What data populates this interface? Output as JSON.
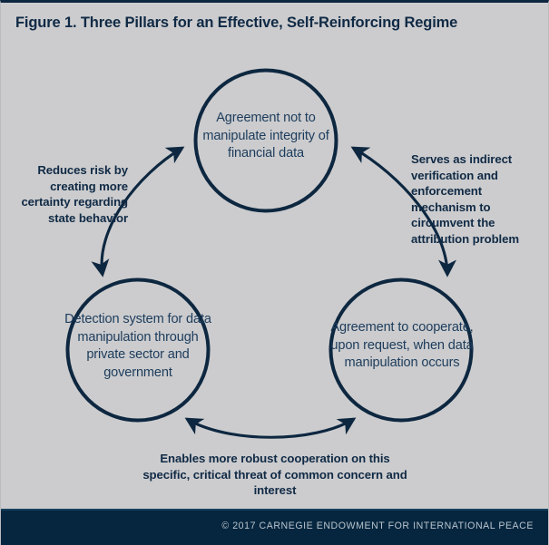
{
  "figure": {
    "title": "Figure 1. Three Pillars for an Effective, Self-Reinforcing Regime",
    "background_color": "#ccccce",
    "accent_color": "#0d2740",
    "text_color": "#102a45",
    "circle_text_color": "#1c3c5c"
  },
  "nodes": [
    {
      "id": "top",
      "label": "Agreement not to manipulate integrity of financial data",
      "position": "top-center"
    },
    {
      "id": "left",
      "label": "Detection system for data manipulation through private sector and government",
      "position": "bottom-left"
    },
    {
      "id": "right",
      "label": "Agreement to cooperate, upon request, when data manipulation occurs",
      "position": "bottom-right"
    }
  ],
  "connectors": [
    {
      "id": "left-connector",
      "label": "Reduces risk by creating more certainty regarding state behavior",
      "from": "left",
      "to": "top",
      "style": "double-headed-curved-arrow"
    },
    {
      "id": "right-connector",
      "label": "Serves as indirect verification and enforcement mechanism to circumvent the attribution problem",
      "from": "top",
      "to": "right",
      "style": "double-headed-curved-arrow"
    },
    {
      "id": "bottom-connector",
      "label": "Enables more robust cooperation on this specific, critical threat of common concern and interest",
      "from": "left",
      "to": "right",
      "style": "double-headed-curved-arrow"
    }
  ],
  "footer": {
    "credit": "© 2017 CARNEGIE ENDOWMENT FOR INTERNATIONAL PEACE",
    "background_color": "#06263f",
    "text_color": "#b9c4cd"
  }
}
